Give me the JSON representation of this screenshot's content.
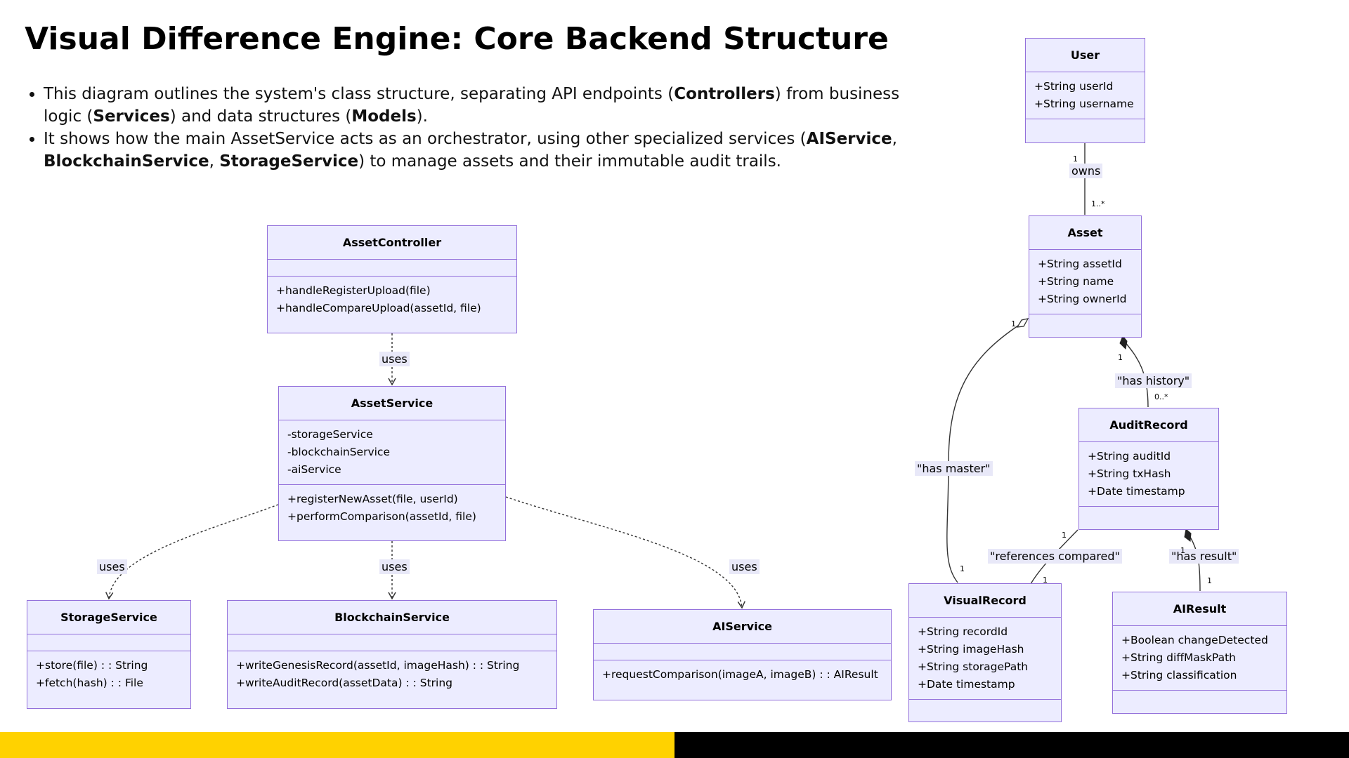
{
  "title": "Visual Difference Engine: Core Backend Structure",
  "bullets": [
    {
      "t1": "This diagram outlines the system's class structure, separating API endpoints (",
      "b1": "Controllers",
      "t2": ") from business logic (",
      "b2": "Services",
      "t3": ") and data structures (",
      "b3": "Models",
      "t4": ")."
    },
    {
      "t1": "It shows how the main AssetService acts as an orchestrator, using other specialized services (",
      "b1": "AIService",
      "t2": ", ",
      "b2": "BlockchainService",
      "t3": ", ",
      "b3": "StorageService",
      "t4": ") to manage assets and their immutable audit trails."
    }
  ],
  "classes": {
    "asset_controller": {
      "name": "AssetController",
      "attributes": [],
      "methods": [
        "+handleRegisterUpload(file)",
        "+handleCompareUpload(assetId, file)"
      ]
    },
    "asset_service": {
      "name": "AssetService",
      "attributes": [
        "-storageService",
        "-blockchainService",
        "-aiService"
      ],
      "methods": [
        "+registerNewAsset(file, userId)",
        "+performComparison(assetId, file)"
      ]
    },
    "storage_service": {
      "name": "StorageService",
      "attributes": [],
      "methods": [
        "+store(file) : : String",
        "+fetch(hash) : : File"
      ]
    },
    "blockchain_service": {
      "name": "BlockchainService",
      "attributes": [],
      "methods": [
        "+writeGenesisRecord(assetId, imageHash) : : String",
        "+writeAuditRecord(assetData) : : String"
      ]
    },
    "ai_service": {
      "name": "AIService",
      "attributes": [],
      "methods": [
        "+requestComparison(imageA, imageB) : : AIResult"
      ]
    },
    "user": {
      "name": "User",
      "attributes": [
        "+String userId",
        "+String username"
      ],
      "methods": []
    },
    "asset": {
      "name": "Asset",
      "attributes": [
        "+String assetId",
        "+String name",
        "+String ownerId"
      ],
      "methods": []
    },
    "audit_record": {
      "name": "AuditRecord",
      "attributes": [
        "+String auditId",
        "+String txHash",
        "+Date timestamp"
      ],
      "methods": []
    },
    "visual_record": {
      "name": "VisualRecord",
      "attributes": [
        "+String recordId",
        "+String imageHash",
        "+String storagePath",
        "+Date timestamp"
      ],
      "methods": []
    },
    "ai_result": {
      "name": "AIResult",
      "attributes": [
        "+Boolean changeDetected",
        "+String diffMaskPath",
        "+String classification"
      ],
      "methods": []
    }
  },
  "relations": {
    "uses": "uses",
    "owns": "owns",
    "has_history": "\"has history\"",
    "has_master": "\"has master\"",
    "references_compared": "\"references compared\"",
    "has_result": "\"has result\""
  },
  "cardinalities": {
    "one": "1",
    "one_many": "1..*",
    "zero_many": "0..*"
  },
  "colors": {
    "class_fill": "#ececff",
    "class_border": "#9370db",
    "label_bg": "#e8e8f8",
    "bar_yellow": "#ffd200",
    "bar_black": "#000000"
  }
}
